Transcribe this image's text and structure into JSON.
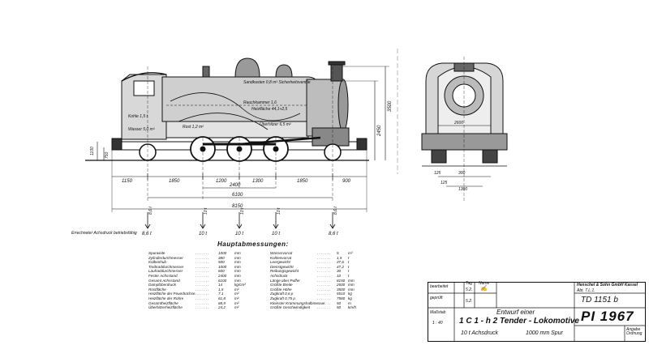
{
  "side_view": {
    "overall_length": "8150",
    "dims_bottom_row1": [
      "1150",
      "1850",
      "1200",
      "1300",
      "1850",
      "900"
    ],
    "dim_wheelbase": "2400",
    "dim_total_wheelbase": "6100",
    "height_total": "3500",
    "height_boiler": "2450",
    "height_small_1": "1100",
    "height_small_2": "750",
    "labels": {
      "coal": "Kohle 1,5 t",
      "water": "Wasser 5,0 m³",
      "grate": "Rost 1,2 m²",
      "heating": "Heizfläche 44,1+2,5",
      "superheater": "Überhitzer 6,5 m²",
      "smokebox": "Rauchkammer 1,6",
      "domes": "Sandkasten 0,8 m³ Sicherheitsventile"
    }
  },
  "front_view": {
    "width_top": "2600",
    "dim_a": "125",
    "dim_b": "300",
    "dim_c": "1300",
    "dim_d": "125"
  },
  "axle_loads": {
    "caption": "Errechneter Achsdruck betriebsfähig",
    "values": [
      "8,6 t",
      "10 t",
      "10 t",
      "10 t",
      "8,6 t"
    ],
    "arrow_labels": [
      "8,6 t",
      "10 t",
      "10 t",
      "10 t",
      "8,6 t"
    ]
  },
  "specs": {
    "heading": "Hauptabmessungen:",
    "left": [
      {
        "label": "Spurweite",
        "value": "1000",
        "unit": "mm"
      },
      {
        "label": "Zylinderdurchmesser",
        "value": "380",
        "unit": "mm"
      },
      {
        "label": "Kolbenhub",
        "value": "500",
        "unit": "mm"
      },
      {
        "label": "Treibraddurchmesser",
        "value": "1000",
        "unit": "mm"
      },
      {
        "label": "Laufraddurchmesser",
        "value": "600",
        "unit": "mm"
      },
      {
        "label": "Fester Achsstand",
        "value": "2400",
        "unit": "mm"
      },
      {
        "label": "Gesamt Achsstand",
        "value": "6100",
        "unit": "mm"
      },
      {
        "label": "Dampfüberdruck",
        "value": "14",
        "unit": "kg/cm²"
      },
      {
        "label": "Rostfläche",
        "value": "1,5",
        "unit": "m²"
      },
      {
        "label": "Heizfläche der Feuerbüchse",
        "value": "7,1",
        "unit": "m²"
      },
      {
        "label": "Heizfläche der Rohre",
        "value": "61,8",
        "unit": "m²"
      },
      {
        "label": "Gesamtheizfläche",
        "value": "68,9",
        "unit": "m²"
      },
      {
        "label": "Überhitzerheizfläche",
        "value": "24,2",
        "unit": "m²"
      }
    ],
    "right": [
      {
        "label": "Wasservorrat",
        "value": "5",
        "unit": "m³"
      },
      {
        "label": "Kohlenvorrat",
        "value": "1,5",
        "unit": "t"
      },
      {
        "label": "Leergewicht",
        "value": "37,6",
        "unit": "t"
      },
      {
        "label": "Dienstgewicht",
        "value": "47,2",
        "unit": "t"
      },
      {
        "label": "Reibungsgewicht",
        "value": "30",
        "unit": "t"
      },
      {
        "label": "Achsdruck",
        "value": "10",
        "unit": "t"
      },
      {
        "label": "Länge über Puffer",
        "value": "8150",
        "unit": "mm"
      },
      {
        "label": "Größte Breite",
        "value": "2600",
        "unit": "mm"
      },
      {
        "label": "Größte Höhe",
        "value": "3500",
        "unit": "mm"
      },
      {
        "label": "Zugkraft 0,6 p",
        "value": "5510",
        "unit": "kg"
      },
      {
        "label": "Zugkraft 0,75 p",
        "value": "7580",
        "unit": "kg"
      },
      {
        "label": "Kleinster Krümmungshalbmesser",
        "value": "50",
        "unit": "m"
      },
      {
        "label": "Größte Geschwindigkeit",
        "value": "50",
        "unit": "km/h"
      }
    ]
  },
  "title_block": {
    "bearbeitet": "bearbeitet",
    "geprüft": "geprüft",
    "tag_header": "Tag",
    "name_header": "Name",
    "date_1": "5.2.",
    "date_2": "5.2.",
    "company": "Henschel & Sohn GmbH Kassel",
    "company_ref": "Abt. T.L.1.",
    "drawing_no": "TD 1151 b",
    "plan_no": "PI 1967",
    "massstab_label": "Maßstab",
    "massstab_value": "1 : 40",
    "entwurf": "Entwurf einer",
    "type": "1 C 1 - h 2   Tender - Lokomotive",
    "achsdruck": "10 t Achsdruck",
    "spur": "1000 mm Spur",
    "angabe": "Angabe Ordnung"
  }
}
